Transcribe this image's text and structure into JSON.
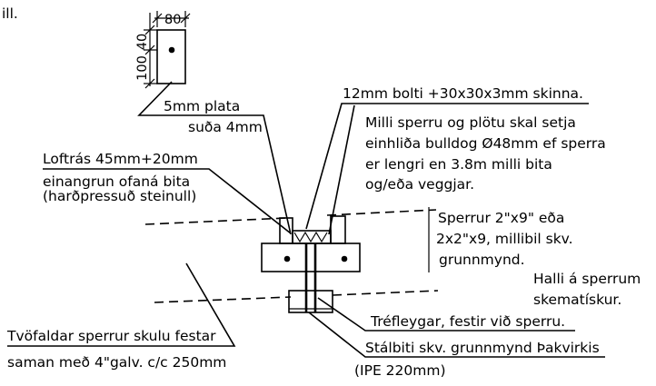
{
  "labels": {
    "top_left_fragment": "ill.",
    "dim_80": "80",
    "dim_40": "40",
    "dim_100": "100",
    "plate_line1": "5mm plata",
    "plate_line2": "suða 4mm",
    "bolt_label": "12mm bolti +30x30x3mm skinna.",
    "bulldog_line1": "Milli sperru og plötu skal setja",
    "bulldog_line2": "einhliða bulldog Ø48mm ef sperra",
    "bulldog_line3": "er lengri en 3.8m milli bita",
    "bulldog_line4": "og/eða veggjar.",
    "loftras_line1": "Loftrás 45mm+20mm",
    "loftras_line2": "einangrun ofaná bita",
    "loftras_line3": "(harðpressuð steinull)",
    "sperrur_line1": "Sperrur 2\"x9\" eða",
    "sperrur_line2": "2x2\"x9, millibil skv.",
    "sperrur_line3": "grunnmynd.",
    "halli_line1": "Halli á sperrum",
    "halli_line2": "skematískur.",
    "trefleygar": "Tréfleygar, festir við sperru.",
    "tvofaldar_line1": "Tvöfaldar sperrur skulu festar",
    "tvofaldar_line2": "saman með 4\"galv. c/c 250mm",
    "stalbiti_line1": "Stálbiti skv. grunnmynd Þakvirkis",
    "stalbiti_line2": "(IPE 220mm)"
  }
}
